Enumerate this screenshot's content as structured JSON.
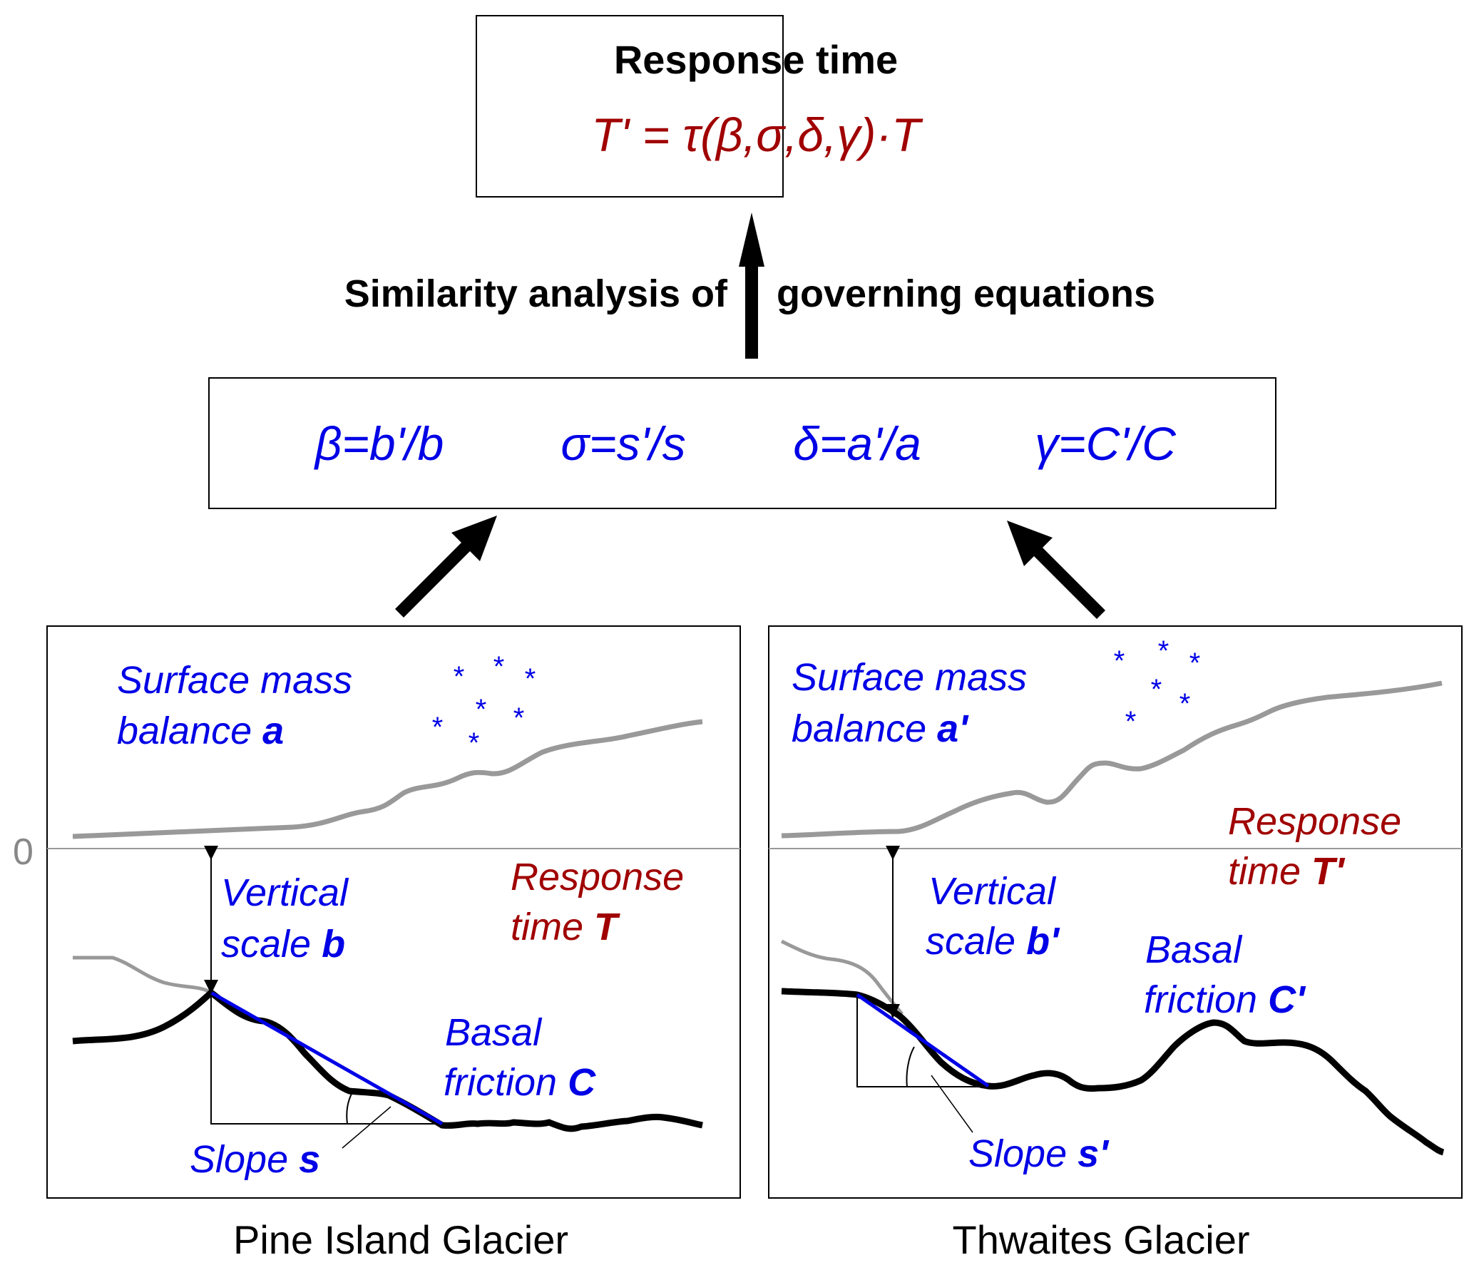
{
  "top_box": {
    "title": "Response time",
    "formula": "T' = τ(β,σ,δ,γ)·T"
  },
  "arrow_label_left": "Similarity analysis of",
  "arrow_label_right": "governing equations",
  "ratios": [
    "β=b'/b",
    "σ=s'/s",
    "δ=a'/a",
    "γ=C'/C"
  ],
  "zero_label": "0",
  "panels": {
    "pine": {
      "smb_line1": "Surface mass",
      "smb_line2": "balance ",
      "smb_sym": "a",
      "rt_line1": "Response",
      "rt_line2": "time ",
      "rt_sym": "T",
      "vs_line1": "Vertical",
      "vs_line2": "scale ",
      "vs_sym": "b",
      "bf_line1": "Basal",
      "bf_line2": "friction ",
      "bf_sym": "C",
      "slope_text": "Slope ",
      "slope_sym": "s",
      "caption": "Pine Island Glacier"
    },
    "thwaites": {
      "smb_line1": "Surface mass",
      "smb_line2": "balance ",
      "smb_sym": "a'",
      "rt_line1": "Response",
      "rt_line2": "time ",
      "rt_sym": "T'",
      "vs_line1": "Vertical",
      "vs_line2": "scale ",
      "vs_sym": "b'",
      "bf_line1": "Basal",
      "bf_line2": "friction ",
      "bf_sym": "C'",
      "slope_text": "Slope ",
      "slope_sym": "s'",
      "caption": "Thwaites Glacier"
    }
  },
  "snowflake": "*",
  "colors": {
    "blue": "#0000e6",
    "red": "#a00000",
    "gray": "#999999",
    "black": "#000000"
  }
}
